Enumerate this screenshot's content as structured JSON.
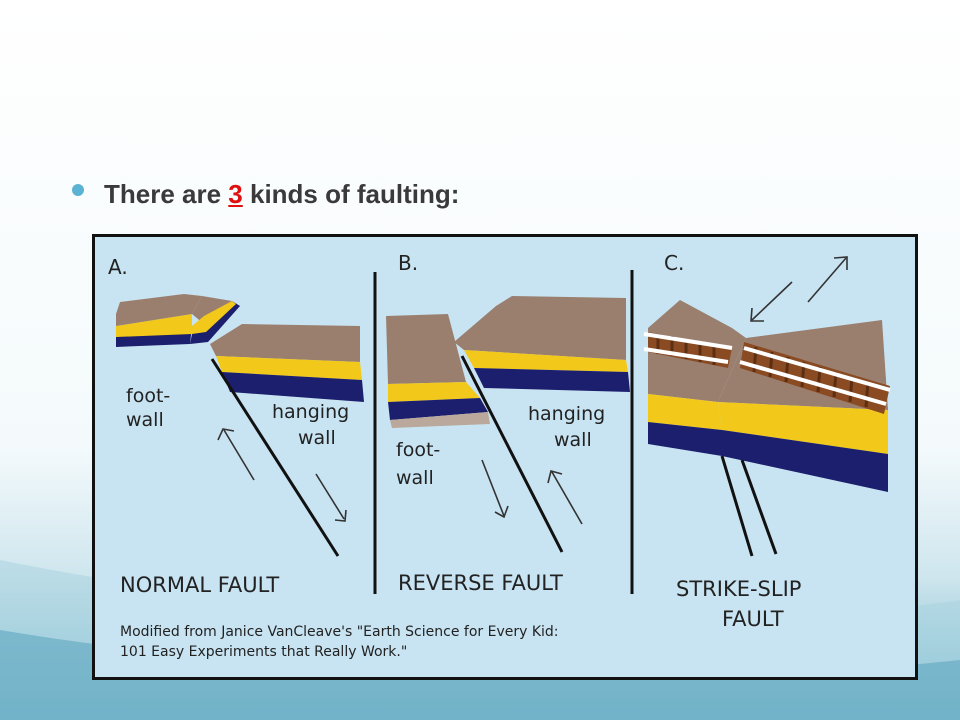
{
  "slide": {
    "bullet": {
      "before": "There are ",
      "number": "3",
      "after": " kinds of faulting:"
    }
  },
  "figure": {
    "panels": [
      {
        "letter": "A.",
        "title": "NORMAL FAULT",
        "labels": [
          "foot-",
          "wall",
          "hanging",
          "wall"
        ]
      },
      {
        "letter": "B.",
        "title": "REVERSE FAULT",
        "labels": [
          "hanging",
          "wall",
          "foot-",
          "wall"
        ]
      },
      {
        "letter": "C.",
        "title_lines": [
          "STRIKE-SLIP",
          "FAULT"
        ]
      }
    ],
    "credit": [
      "Modified from Janice VanCleave's \"Earth Science for Every Kid:",
      "101 Easy Experiments that Really Work.\""
    ]
  }
}
